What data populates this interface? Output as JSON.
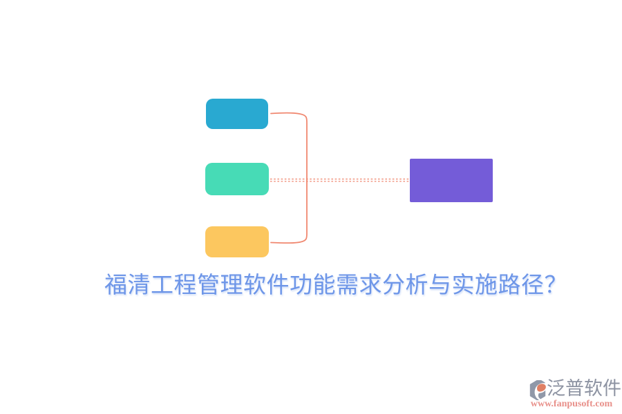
{
  "page": {
    "background_color": "#ffffff"
  },
  "title": {
    "text": "福清工程管理软件功能需求分析与实施路径？",
    "color": "#6e96e8"
  },
  "diagram": {
    "connector_color": "#f0876f",
    "nodes": [
      {
        "id": "branch-top",
        "color": "#29a9d1"
      },
      {
        "id": "branch-middle",
        "color": "#47dbb6"
      },
      {
        "id": "branch-bottom",
        "color": "#fcc75f"
      },
      {
        "id": "result",
        "color": "#745cd8"
      }
    ]
  },
  "watermark": {
    "brand": "泛普软件",
    "brand_color": "#8d93a2",
    "url": "www.fanpusoft.com",
    "url_color": "#e8908a",
    "logo": {
      "gray": "#9098a8",
      "orange": "#e08064"
    }
  }
}
